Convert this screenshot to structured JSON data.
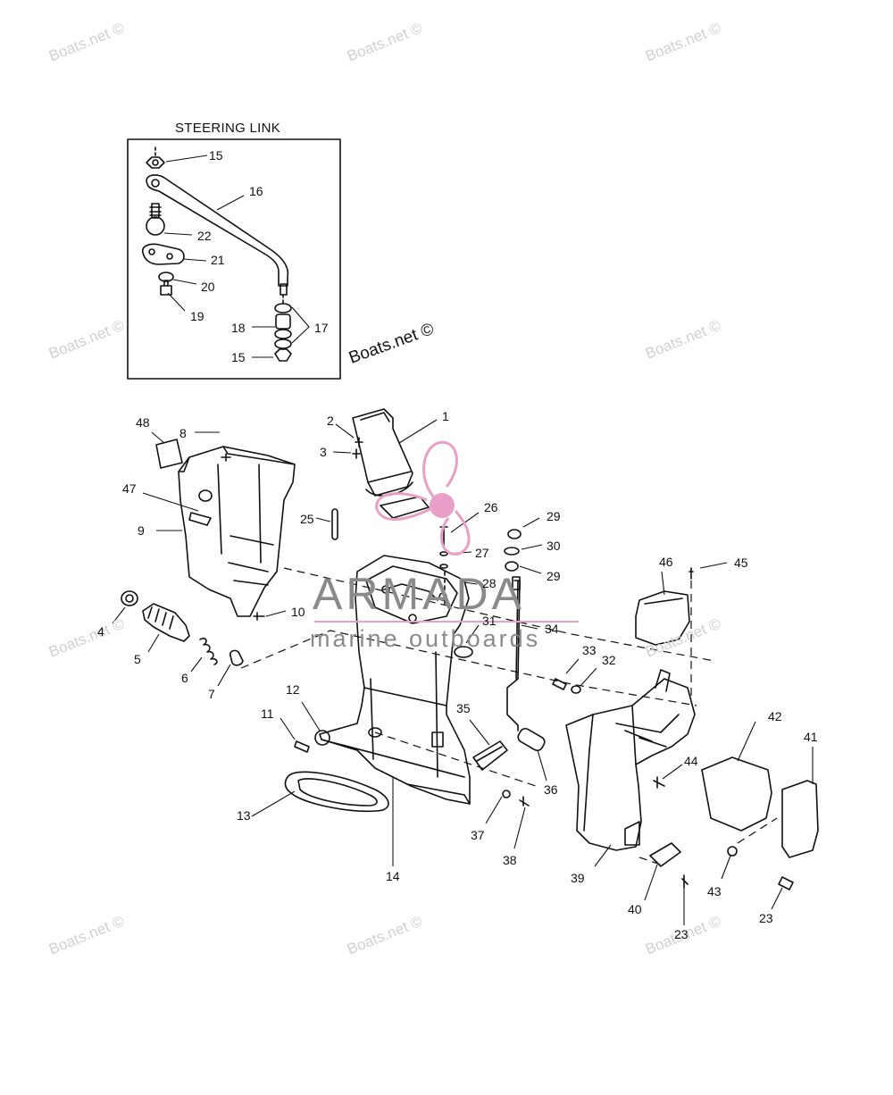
{
  "inset": {
    "title": "STEERING LINK"
  },
  "watermarks": [
    "Boats.net ©",
    "Boats.net ©",
    "Boats.net ©",
    "Boats.net ©",
    "Boats.net ©",
    "Boats.net ©",
    "Boats.net ©",
    "Boats.net ©",
    "Boats.net ©",
    "Boats.net ©",
    "Boats.net ©"
  ],
  "brand": {
    "name": "ARMADA",
    "tagline": "marine outboards",
    "logo_color": "#e8a0c8"
  },
  "part_labels": [
    "15",
    "16",
    "22",
    "21",
    "20",
    "19",
    "18",
    "17",
    "15",
    "1",
    "2",
    "3",
    "48",
    "8",
    "47",
    "9",
    "25",
    "26",
    "29",
    "30",
    "27",
    "29",
    "28",
    "46",
    "45",
    "10",
    "4",
    "5",
    "6",
    "7",
    "31",
    "34",
    "33",
    "32",
    "12",
    "11",
    "35",
    "42",
    "41",
    "44",
    "13",
    "36",
    "37",
    "38",
    "14",
    "39",
    "43",
    "40",
    "23",
    "23"
  ]
}
